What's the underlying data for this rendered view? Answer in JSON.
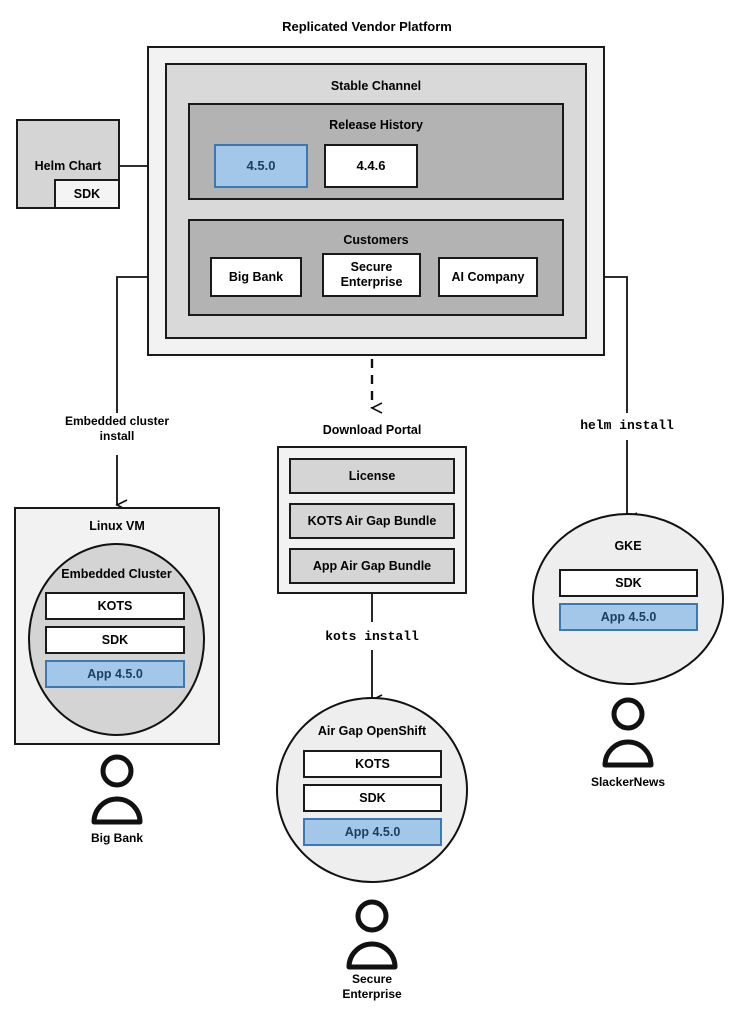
{
  "diagram": {
    "title": "Replicated Vendor Platform",
    "vendor_platform": {
      "channel_title": "Stable Channel",
      "release_history": {
        "title": "Release History",
        "releases": [
          {
            "version": "4.5.0",
            "highlighted": true
          },
          {
            "version": "4.4.6",
            "highlighted": false
          }
        ]
      },
      "customers": {
        "title": "Customers",
        "items": [
          {
            "name": "Big Bank"
          },
          {
            "name": "Secure\nEnterprise"
          },
          {
            "name": "AI Company"
          }
        ]
      }
    },
    "helm_chart": {
      "title": "Helm Chart",
      "sdk_label": "SDK"
    },
    "edges": {
      "embedded_cluster_install": "Embedded cluster\ninstall",
      "helm_install": "helm install",
      "kots_install": "kots install"
    },
    "download_portal": {
      "title": "Download Portal",
      "items": [
        "License",
        "KOTS Air Gap Bundle",
        "App Air Gap Bundle"
      ]
    },
    "targets": [
      {
        "id": "linux-vm",
        "title": "Linux VM",
        "inner_title": "Embedded Cluster",
        "components": [
          {
            "label": "KOTS",
            "highlighted": false
          },
          {
            "label": "SDK",
            "highlighted": false
          },
          {
            "label": "App 4.5.0",
            "highlighted": true
          }
        ],
        "actor": "Big Bank"
      },
      {
        "id": "air-gap-openshift",
        "title": "Air Gap OpenShift",
        "components": [
          {
            "label": "KOTS",
            "highlighted": false
          },
          {
            "label": "SDK",
            "highlighted": false
          },
          {
            "label": "App 4.5.0",
            "highlighted": true
          }
        ],
        "actor": "Secure\nEnterprise"
      },
      {
        "id": "gke",
        "title": "GKE",
        "components": [
          {
            "label": "SDK",
            "highlighted": false
          },
          {
            "label": "App 4.5.0",
            "highlighted": true
          }
        ],
        "actor": "SlackerNews"
      }
    ],
    "colors": {
      "highlight_fill": "#a3c7e8",
      "highlight_border": "#3d79b0",
      "highlight_text": "#19405f",
      "stroke": "#1a1a1a",
      "layer1": "#f2f2f2",
      "layer2": "#d9d9d9",
      "layer3": "#b3b3b3"
    }
  }
}
